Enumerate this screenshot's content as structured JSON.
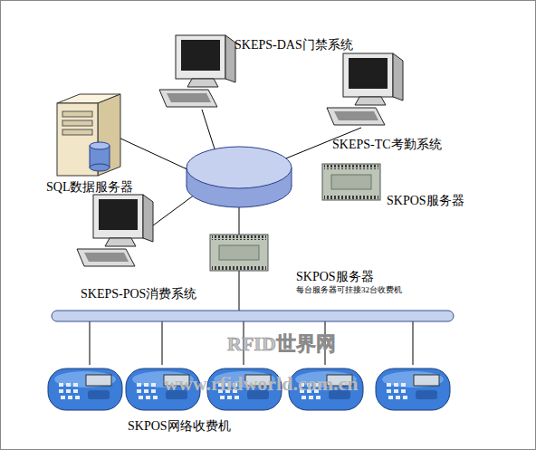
{
  "diagram": {
    "nodes": [
      {
        "text": [
          "SKEPS-DAS门禁系统"
        ]
      },
      {
        "text": [
          "SKEPS-TC考勤系统"
        ]
      },
      {
        "text": [
          "SQL数据服务器"
        ]
      },
      {
        "text": [
          "SKPOS服务器"
        ]
      },
      {
        "text": [
          "SKPOS服务器",
          "每台服务器可挂接32台收费机"
        ]
      },
      {
        "text": [
          "SKEPS-POS消费系统"
        ]
      }
    ],
    "labels": [
      "RFID世界网",
      "www.rfidworld.com.cn",
      "SKPOS网络收费机"
    ]
  }
}
